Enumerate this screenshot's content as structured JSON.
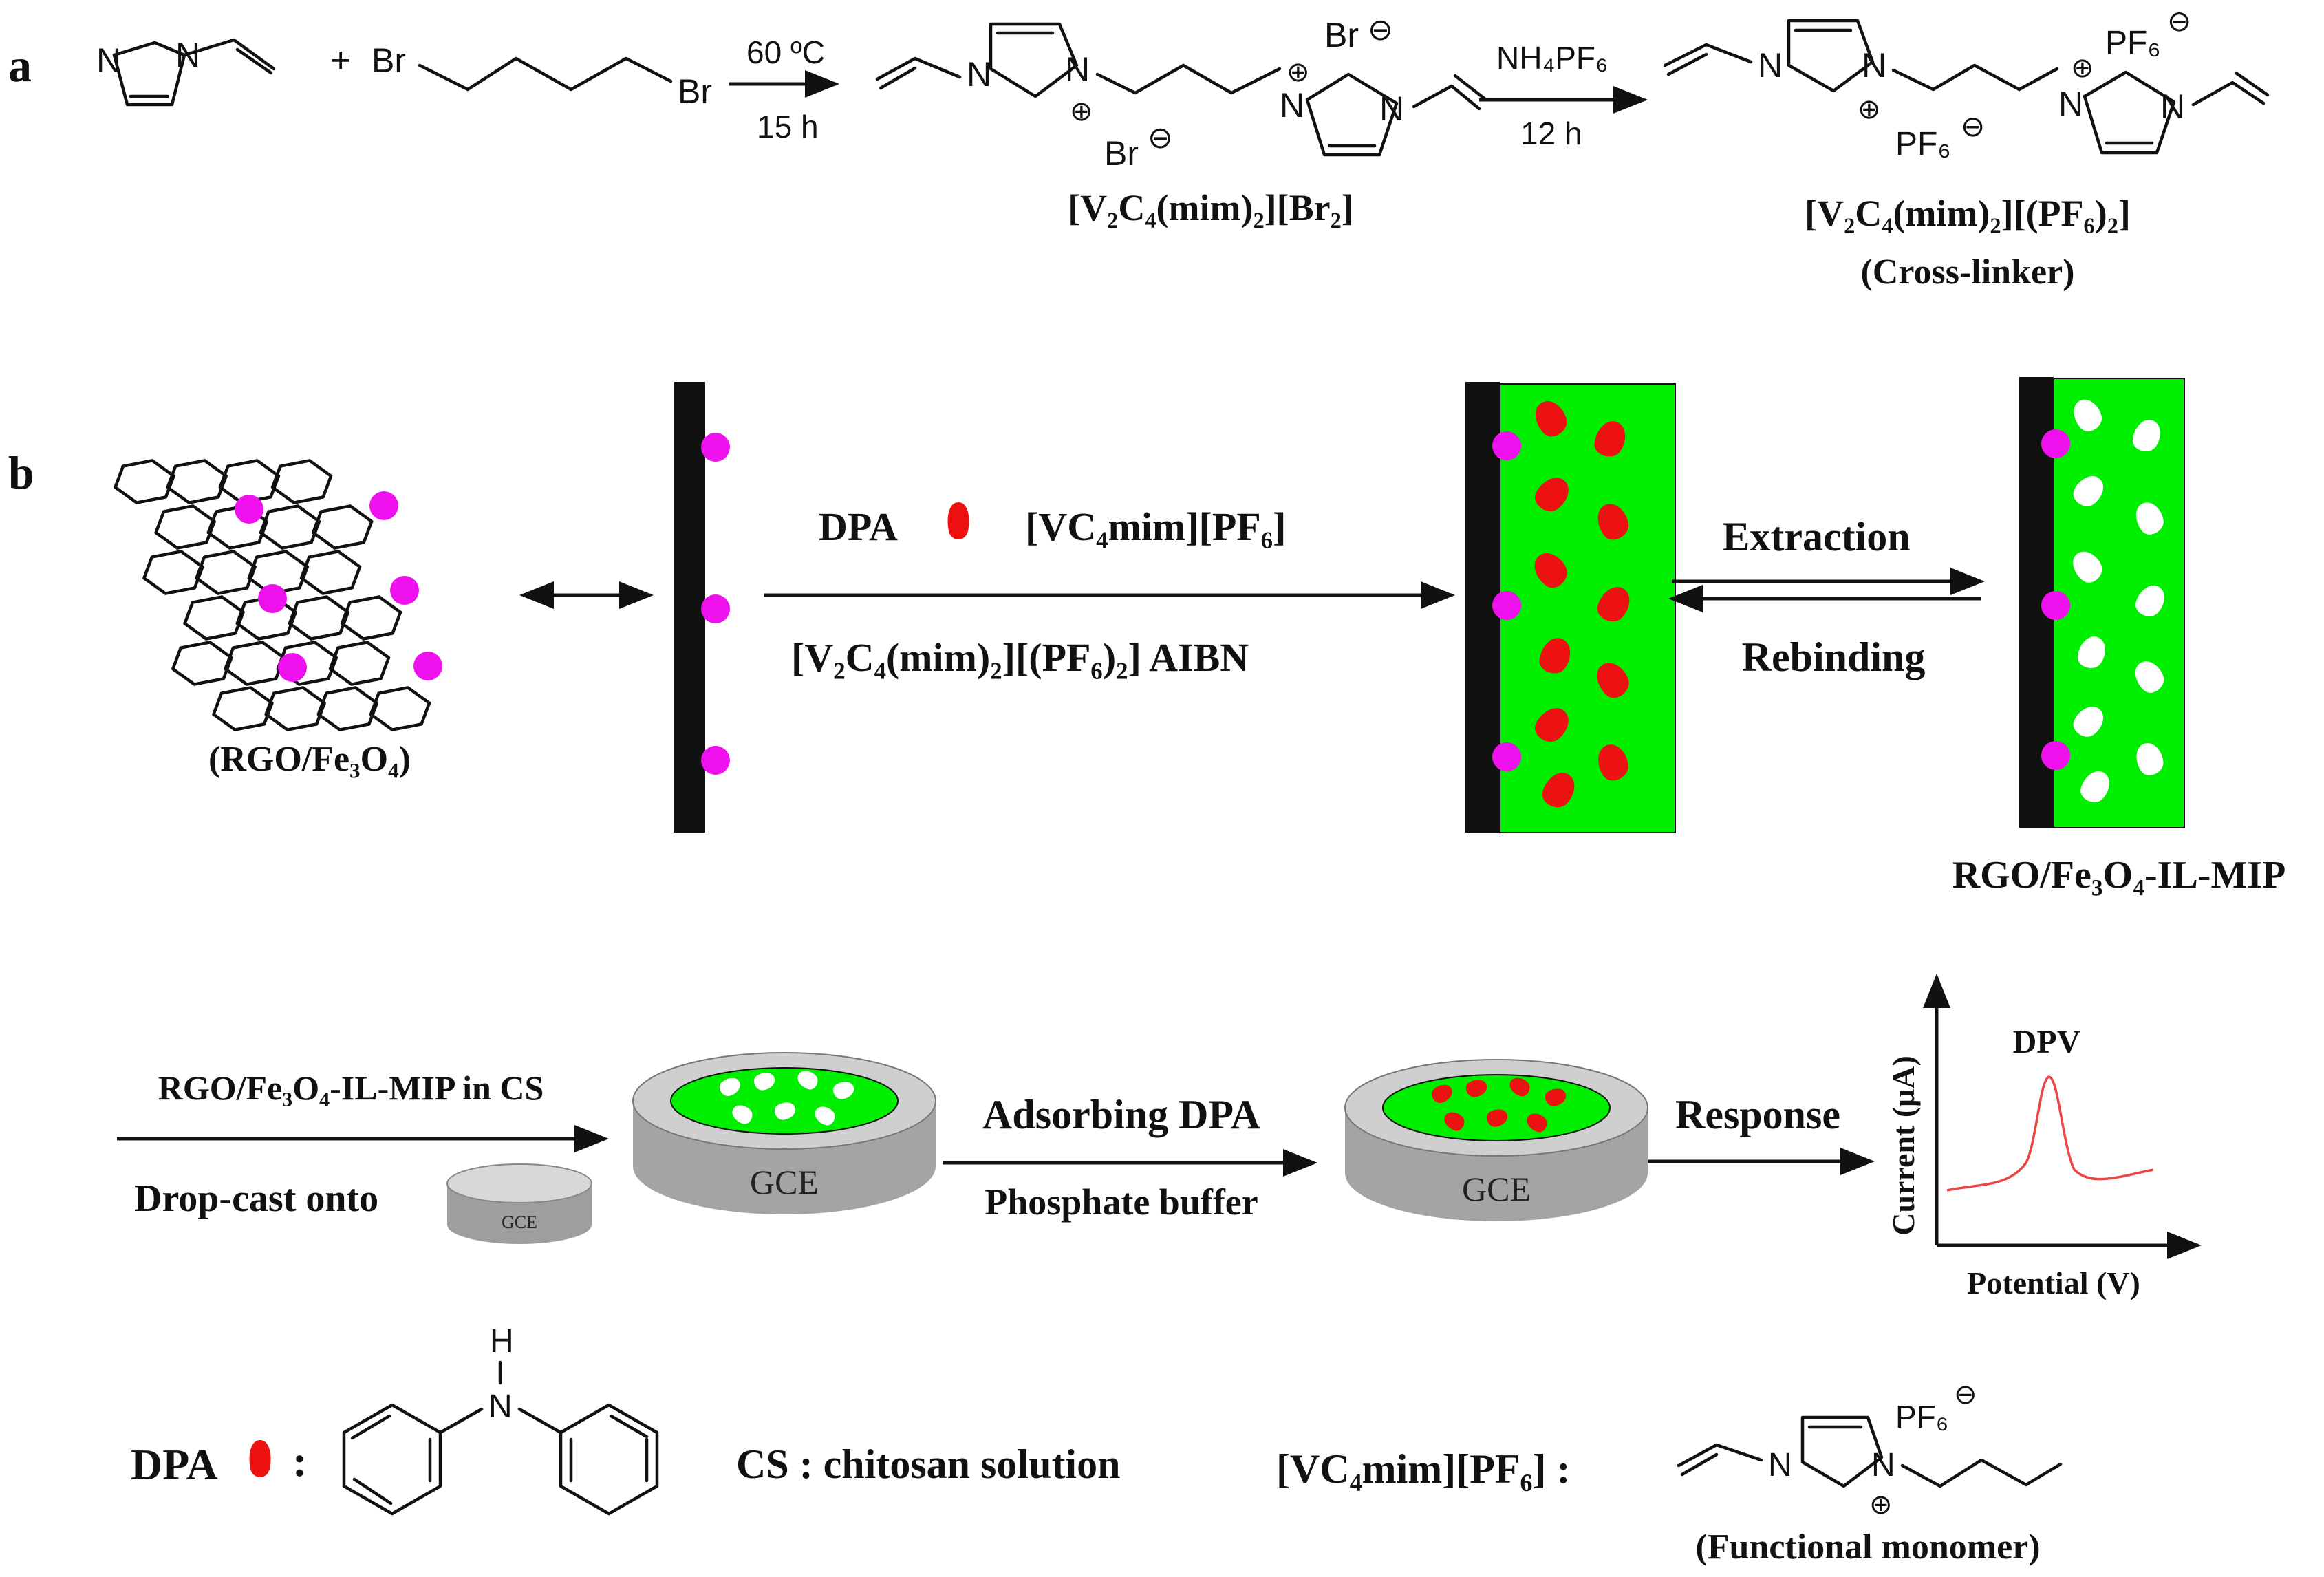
{
  "colors": {
    "green": "#00ee00",
    "red": "#ee1111",
    "magenta": "#ee11ee",
    "black": "#111111",
    "gce_gray": "#a9a9a9",
    "curve": "#ee4444"
  },
  "panel_a": {
    "label": "a",
    "atoms": {
      "n": "N",
      "br": "Br",
      "plus": "+",
      "minus": "⊖",
      "oplus": "⊕"
    },
    "step1": {
      "top": "60 ºC",
      "bottom": "15 h"
    },
    "intermediate_name": "[V₂C₄(mim)₂][Br₂]",
    "step2": {
      "top": "NH₄PF₆",
      "bottom": "12 h"
    },
    "counterion": "PF₆",
    "product_name": "[V₂C₄(mim)₂][(PF₆)₂]",
    "product_role": "(Cross-linker)"
  },
  "panel_b": {
    "label": "b",
    "rgo_label": "(RGO/Fe₃O₄)",
    "polymerize_top": "DPA",
    "monomer_top": "[VC₄mim][PF₆]",
    "polymerize_bottom": "[V₂C₄(mim)₂][(PF₆)₂]  AIBN",
    "extraction": "Extraction",
    "rebinding": "Rebinding",
    "mip_label": "RGO/Fe₃O₄-IL-MIP",
    "dropcast_top": "RGO/Fe₃O₄-IL-MIP in CS",
    "dropcast_bottom": "Drop-cast onto",
    "gce_small": "GCE",
    "gce": "GCE",
    "adsorb_top": "Adsorbing  DPA",
    "adsorb_bottom": "Phosphate buffer",
    "response": "Response",
    "dpv": {
      "title": "DPV",
      "ylabel": "Current (μA)",
      "xlabel": "Potential (V)"
    }
  },
  "legend": {
    "dpa_label": "DPA",
    "colon": ":",
    "nh_h": "H",
    "nh_n": "N",
    "cs_text": "CS : chitosan solution",
    "monomer_name": "[VC₄mim][PF₆] :",
    "monomer_role": "(Functional monomer)"
  }
}
